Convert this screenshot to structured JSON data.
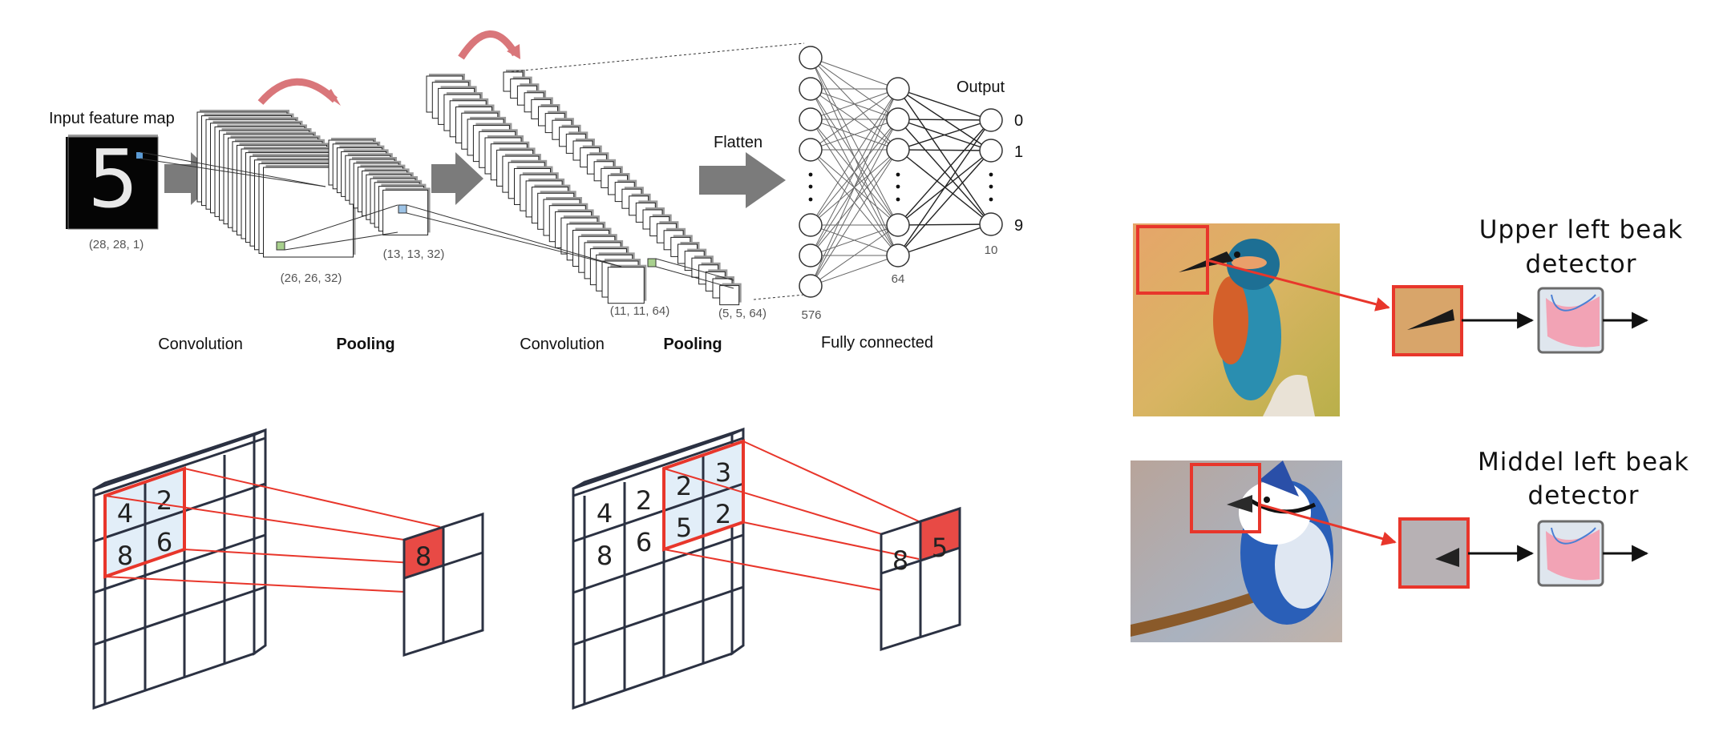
{
  "cnn": {
    "input_label": "Input feature map",
    "input_digit": "5",
    "input_dim": "(28, 28, 1)",
    "conv1_dim": "(26, 26, 32)",
    "pool1_dim": "(13, 13, 32)",
    "conv2_dim": "(11, 11, 64)",
    "pool2_dim": "(5, 5, 64)",
    "flatten_label": "Flatten",
    "fc_input_count": "576",
    "fc_hidden_count": "64",
    "output_label": "Output",
    "output_count": "10",
    "output_nodes": [
      "0",
      "1",
      "9"
    ],
    "stage_labels": {
      "conv1": "Convolution",
      "pool1": "Pooling",
      "conv2": "Convolution",
      "pool2": "Pooling",
      "fc": "Fully connected"
    }
  },
  "pooling": {
    "left": {
      "window_values": [
        "4",
        "2",
        "8",
        "6"
      ],
      "outputs": [
        "8",
        "",
        "",
        ""
      ]
    },
    "right": {
      "visible_values": [
        "4",
        "2",
        "2",
        "3",
        "8",
        "6",
        "5",
        "2"
      ],
      "outputs": [
        "8",
        "5",
        "",
        ""
      ]
    }
  },
  "detectors": [
    {
      "title_lines": [
        "Upper left beak",
        "detector"
      ]
    },
    {
      "title_lines": [
        "Middel left beak",
        "detector"
      ]
    }
  ],
  "colors": {
    "red": "#e8362b",
    "red_fill": "#e84a45",
    "cell_highlight": "#e2eef8",
    "grid_stroke": "#2b3142",
    "arrow_gray": "#7b7b7b",
    "rotate_arrow": "#d9767a"
  }
}
